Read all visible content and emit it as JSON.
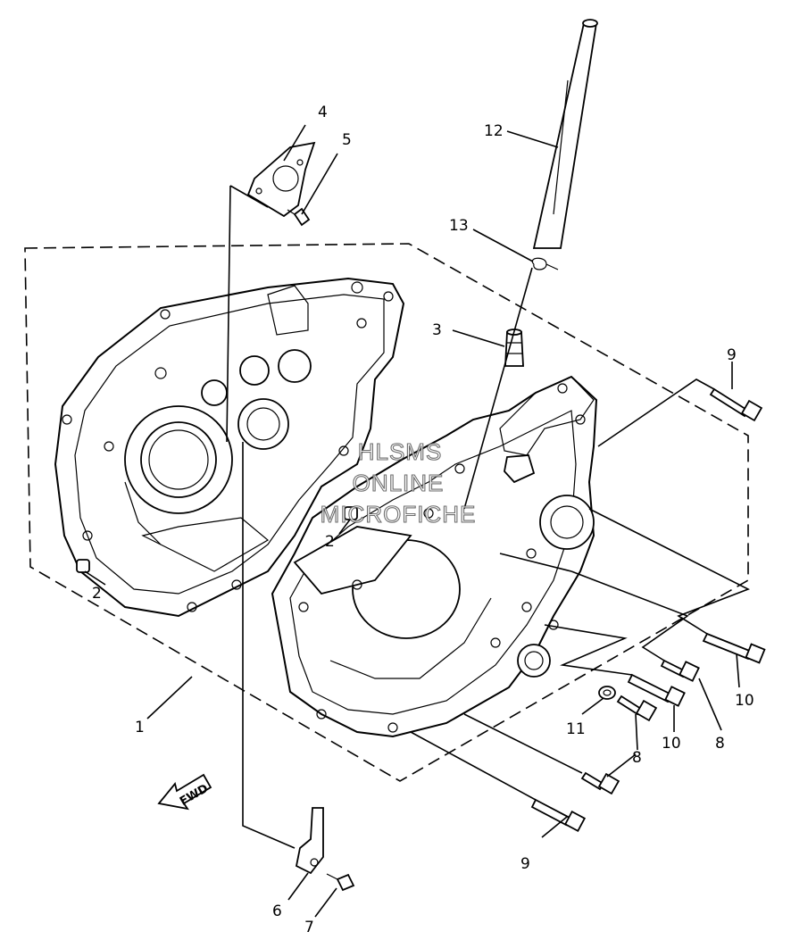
{
  "diagram": {
    "callouts": [
      {
        "id": "c1",
        "text": "1"
      },
      {
        "id": "c2a",
        "text": "2"
      },
      {
        "id": "c2b",
        "text": "2"
      },
      {
        "id": "c3",
        "text": "3"
      },
      {
        "id": "c4",
        "text": "4"
      },
      {
        "id": "c5",
        "text": "5"
      },
      {
        "id": "c6",
        "text": "6"
      },
      {
        "id": "c7",
        "text": "7"
      },
      {
        "id": "c8a",
        "text": "8"
      },
      {
        "id": "c8b",
        "text": "8"
      },
      {
        "id": "c9a",
        "text": "9"
      },
      {
        "id": "c9b",
        "text": "9"
      },
      {
        "id": "c10a",
        "text": "10"
      },
      {
        "id": "c10b",
        "text": "10"
      },
      {
        "id": "c11",
        "text": "11"
      },
      {
        "id": "c12",
        "text": "12"
      },
      {
        "id": "c13",
        "text": "13"
      }
    ],
    "watermark": [
      "HLSMS",
      "ONLINE",
      "MICROFICHE"
    ],
    "fwd_label": "FWD"
  }
}
